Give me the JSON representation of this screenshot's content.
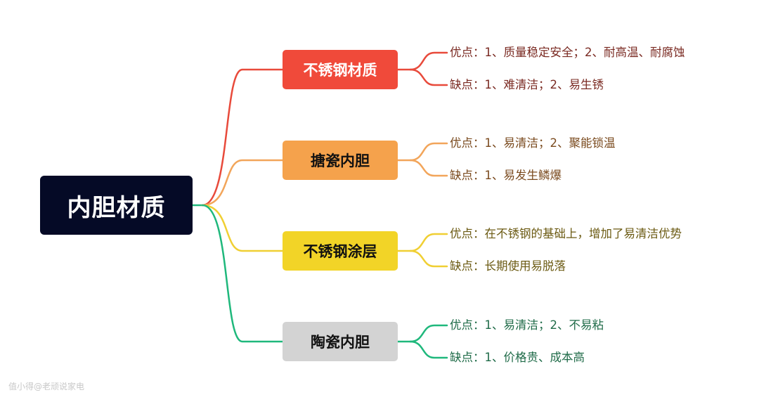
{
  "mindmap": {
    "root": "内胆材质",
    "branches": [
      {
        "label": "不锈钢材质",
        "color": "#f04a3a",
        "text_color": "#ffffff",
        "line_color": "#e84a3b",
        "leaf_color": "#7a2a22",
        "leaves": [
          "优点：1、质量稳定安全；2、耐高温、耐腐蚀",
          "缺点：1、难清洁；2、易生锈"
        ]
      },
      {
        "label": "搪瓷内胆",
        "color": "#f5a24c",
        "text_color": "#111111",
        "line_color": "#f2a55a",
        "leaf_color": "#7a4a1e",
        "leaves": [
          "优点：1、易清洁；2、聚能锁温",
          "缺点：1、易发生鳞爆"
        ]
      },
      {
        "label": "不锈钢涂层",
        "color": "#f2d427",
        "text_color": "#111111",
        "line_color": "#f0cf33",
        "leaf_color": "#6b5a12",
        "leaves": [
          "优点：在不锈钢的基础上，增加了易清洁优势",
          "缺点：长期使用易脱落"
        ]
      },
      {
        "label": "陶瓷内胆",
        "color": "#d3d3d3",
        "text_color": "#111111",
        "line_color": "#1fb87c",
        "leaf_color": "#1f6b48",
        "leaves": [
          "优点：1、易清洁；2、不易粘",
          "缺点：1、价格贵、成本高"
        ]
      }
    ]
  },
  "watermark": "值小得@老顽说家电"
}
